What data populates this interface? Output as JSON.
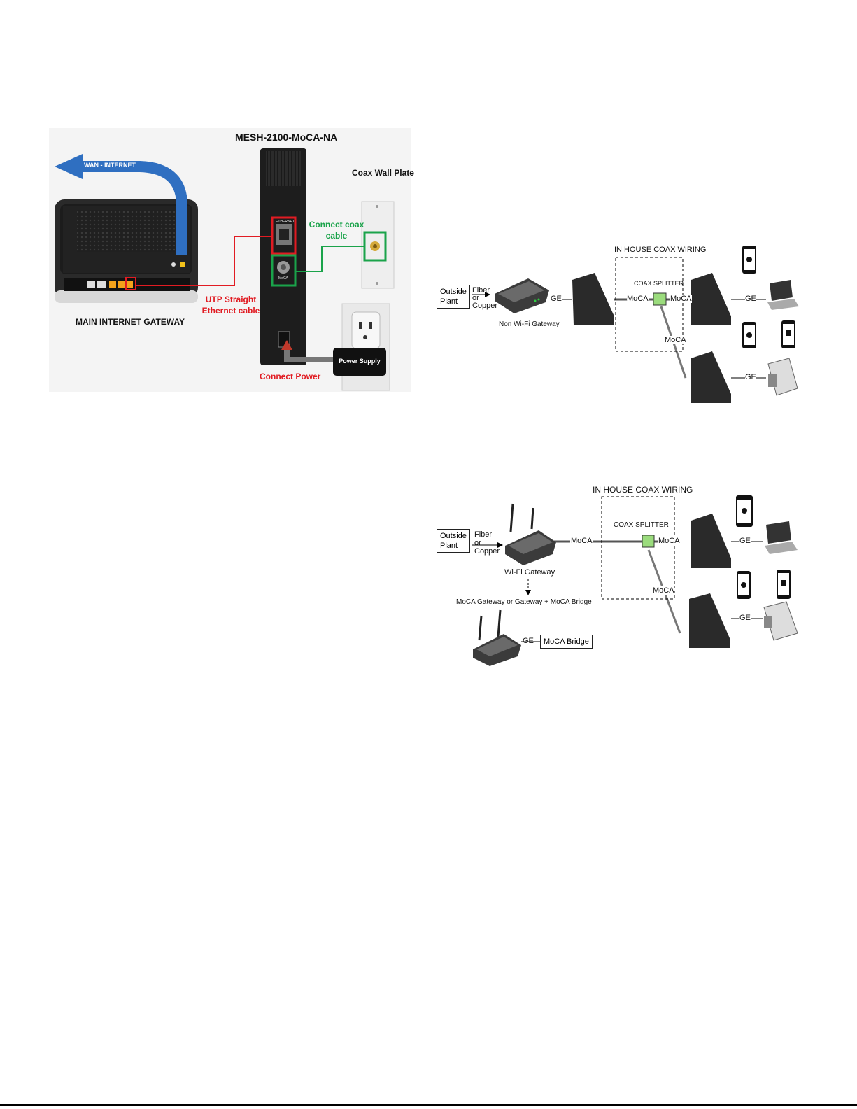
{
  "installation": {
    "device_title": "MESH-2100-MoCA-NA",
    "wan_label": "WAN - INTERNET",
    "gateway_label": "MAIN INTERNET GATEWAY",
    "ethernet_cable_label": "UTP Straight\nEthernet cable",
    "coax_plate_label": "Coax Wall Plate",
    "connect_coax_label": "Connect coax\ncable",
    "power_supply_label": "Power Supply",
    "connect_power_label": "Connect Power",
    "port_ethernet": "ETHERNET",
    "port_moca": "MoCA",
    "colors": {
      "red": "#e11b22",
      "green": "#1aa34a",
      "blue": "#2f6fc1"
    }
  },
  "diagram1": {
    "outside_plant": "Outside\nPlant",
    "fiber": "Fiber\nor\nCopper",
    "gateway_caption": "Non Wi-Fi Gateway",
    "in_house": "IN HOUSE COAX WIRING",
    "splitter": "COAX SPLITTER",
    "ge1": "GE",
    "moca_left": "MoCA",
    "moca_right": "MoCA",
    "moca_down": "MoCA",
    "ge2": "GE",
    "ge3": "GE"
  },
  "diagram2": {
    "outside_plant": "Outside\nPlant",
    "fiber": "Fiber\nor\nCopper",
    "gateway_caption": "Wi-Fi Gateway",
    "moca_left": "MoCA",
    "in_house": "IN HOUSE COAX WIRING",
    "splitter": "COAX SPLITTER",
    "moca_right": "MoCA",
    "moca_down": "MoCA",
    "ge1": "GE",
    "ge2": "GE",
    "bridge_caption": "MoCA Gateway or Gateway + MoCA Bridge",
    "ge_bridge": "GE",
    "bridge_box": "MoCA Bridge"
  }
}
